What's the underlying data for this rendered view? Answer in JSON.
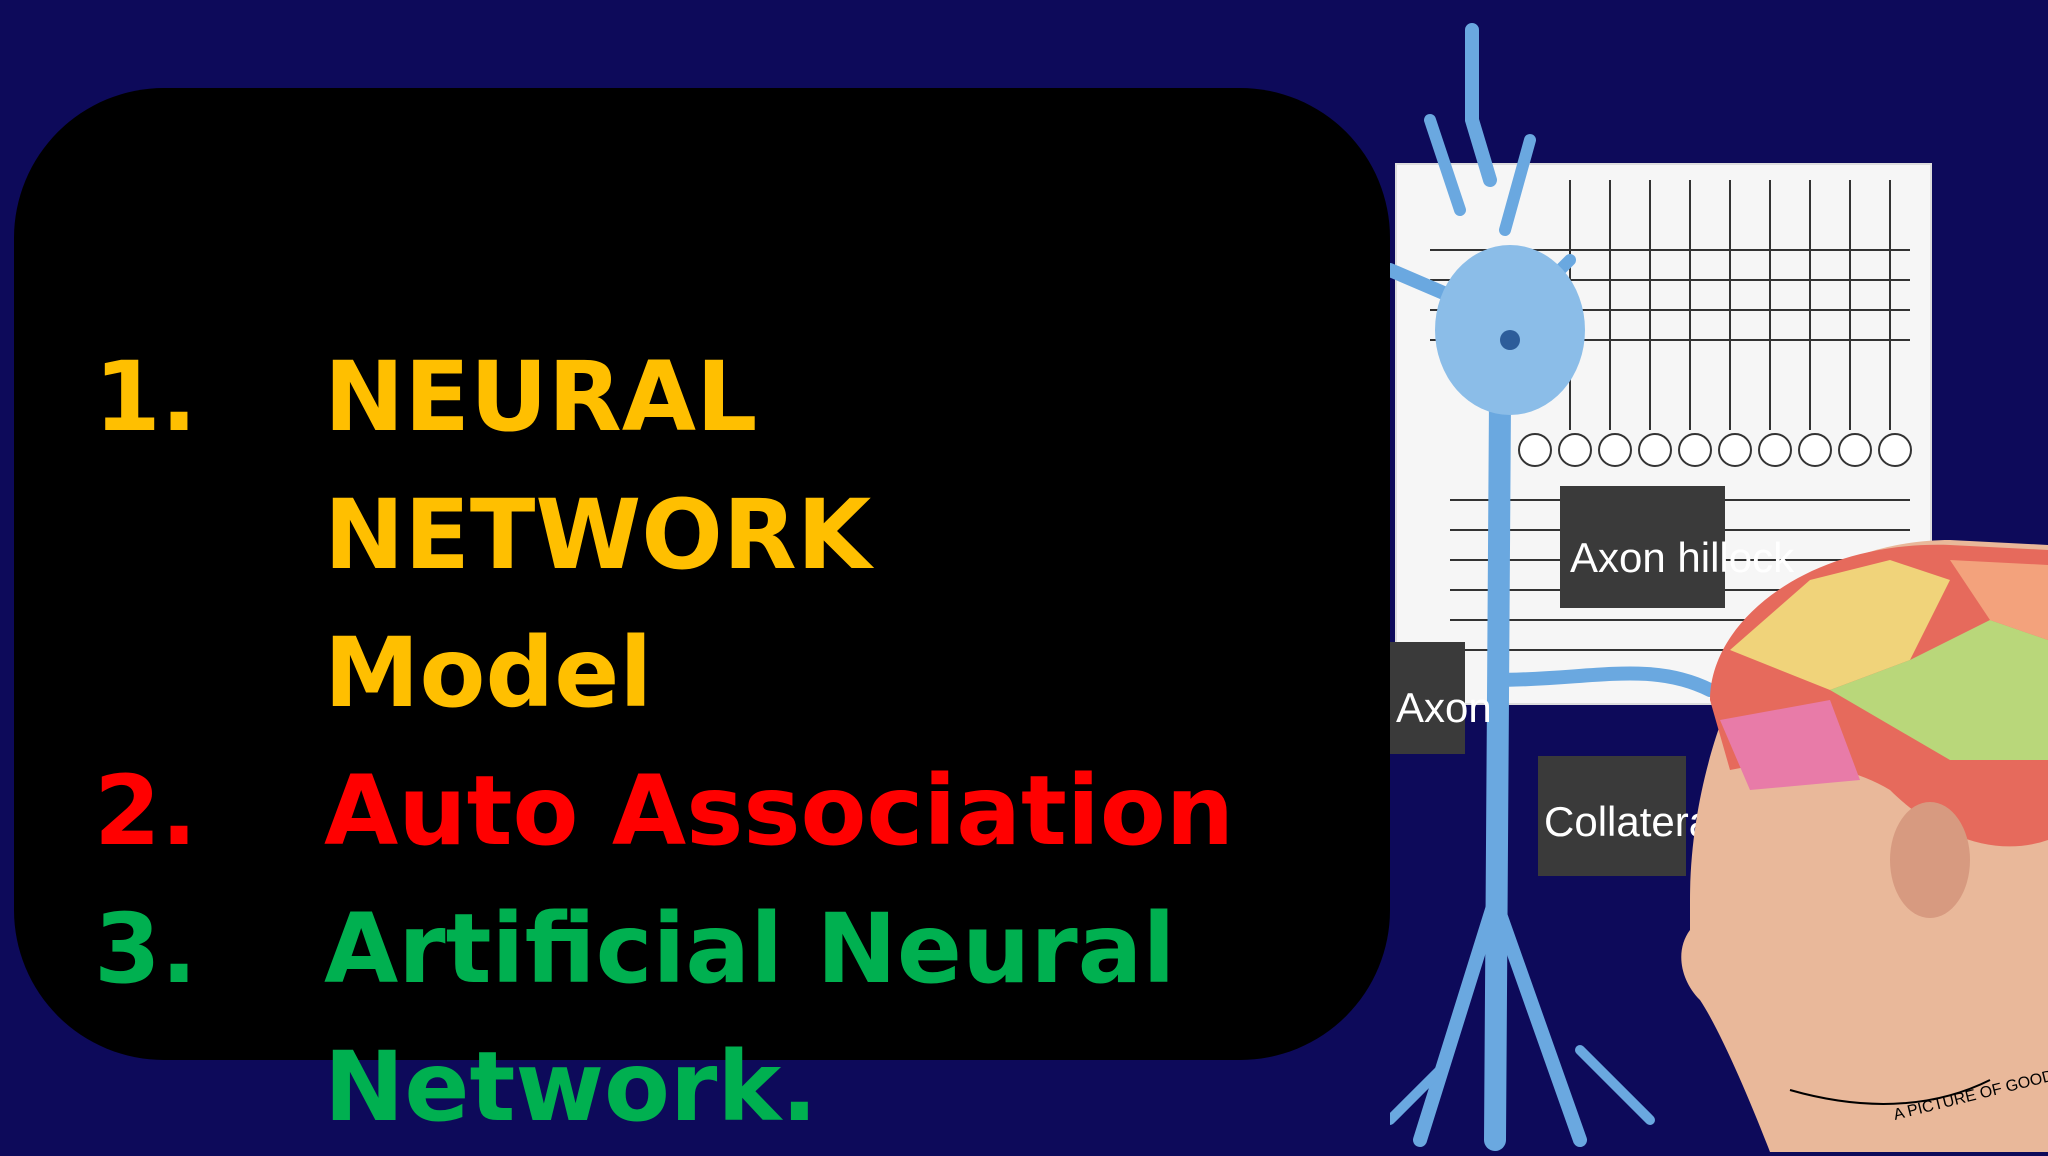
{
  "list": [
    {
      "number": "1.",
      "text_lines": [
        "NEURAL NETWORK",
        "Model"
      ],
      "color": "#ffbf00"
    },
    {
      "number": "2.",
      "text_lines": [
        "Auto Association"
      ],
      "color": "#ff0000"
    },
    {
      "number": "3.",
      "text_lines": [
        "Artificial Neural",
        "Network."
      ],
      "color": "#00b050"
    }
  ],
  "illustration": {
    "labels": {
      "axon_hillock": "Axon hillock",
      "axon": "Axon",
      "collateral": "Collateral",
      "head_caption": "A PICTURE OF GOOD HEALTH"
    },
    "icons": [
      "neuron-illustration",
      "circuit-grid",
      "phrenology-head"
    ]
  },
  "theme": {
    "background": "#0d0a5a",
    "panel": "#000000"
  }
}
